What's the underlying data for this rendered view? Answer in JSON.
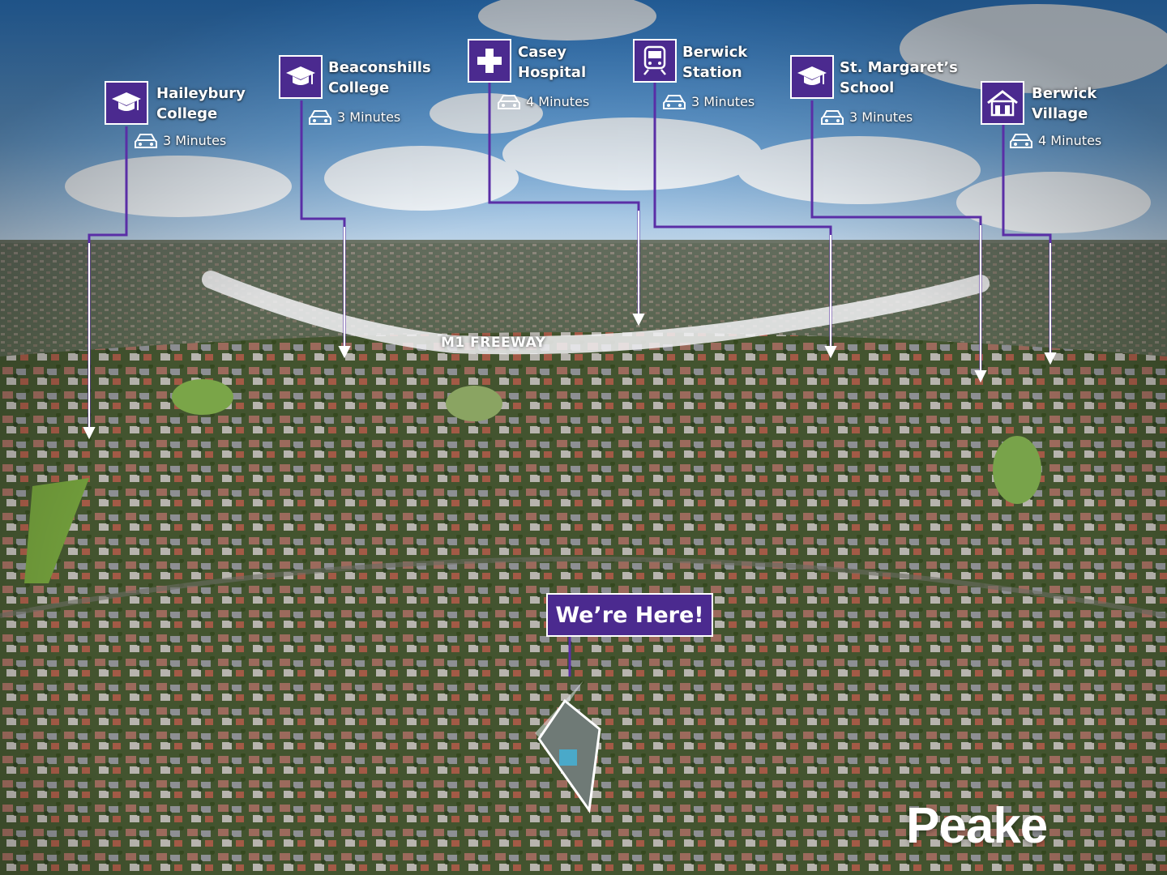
{
  "colors": {
    "brand_purple": "#4b2a8f",
    "connector_purple": "#5a2ea6",
    "label_text": "#ffffff",
    "freeway_band": "#f2f2f4"
  },
  "points_of_interest": [
    {
      "id": "haileybury",
      "name_line1": "Haileybury",
      "name_line2": "College",
      "drive_time": "3 Minutes",
      "icon": "graduation-cap-icon"
    },
    {
      "id": "beaconshills",
      "name_line1": "Beaconshills",
      "name_line2": "College",
      "drive_time": "3 Minutes",
      "icon": "graduation-cap-icon"
    },
    {
      "id": "casey",
      "name_line1": "Casey",
      "name_line2": "Hospital",
      "drive_time": "4 Minutes",
      "icon": "medical-cross-icon"
    },
    {
      "id": "berwick-station",
      "name_line1": "Berwick",
      "name_line2": "Station",
      "drive_time": "3 Minutes",
      "icon": "train-icon"
    },
    {
      "id": "st-margarets",
      "name_line1": "St. Margaret’s",
      "name_line2": "School",
      "drive_time": "3 Minutes",
      "icon": "graduation-cap-icon"
    },
    {
      "id": "berwick-village",
      "name_line1": "Berwick",
      "name_line2": "Village",
      "drive_time": "4 Minutes",
      "icon": "house-icon"
    }
  ],
  "freeway": {
    "label": "M1 FREEWAY"
  },
  "here_marker": {
    "label": "We’re Here!"
  },
  "logo": {
    "text": "Peake"
  }
}
